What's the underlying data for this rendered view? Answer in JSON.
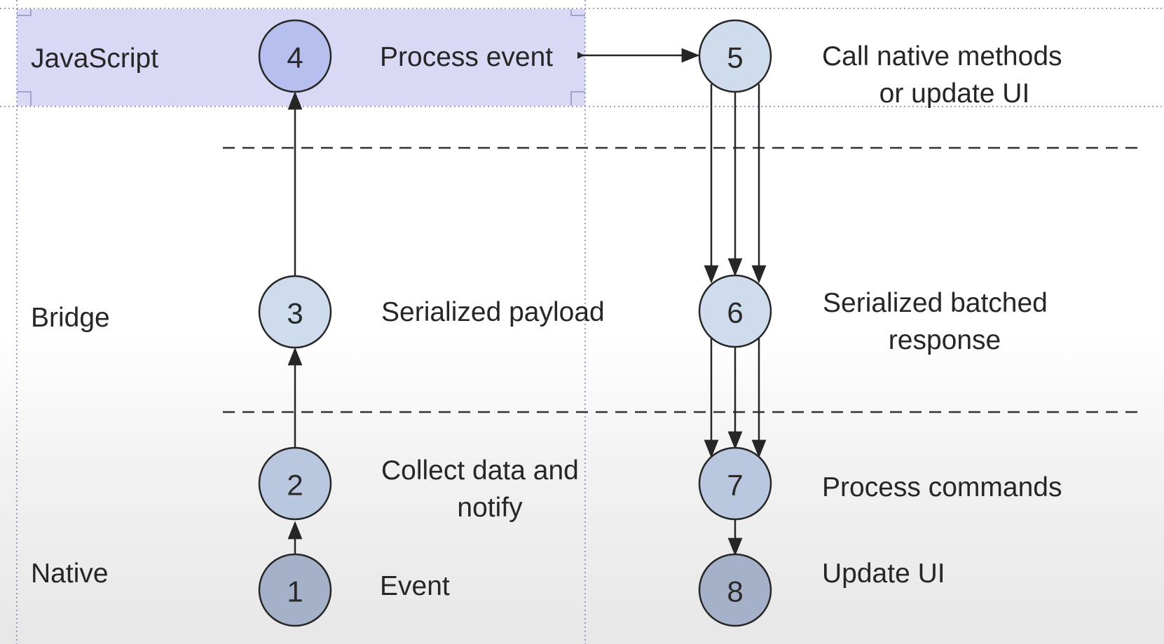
{
  "layers": {
    "javascript": "JavaScript",
    "bridge": "Bridge",
    "native": "Native"
  },
  "steps": {
    "s1": {
      "number": "1",
      "label": "Event"
    },
    "s2": {
      "number": "2",
      "label_line1": "Collect data and",
      "label_line2": "notify"
    },
    "s3": {
      "number": "3",
      "label": "Serialized payload"
    },
    "s4": {
      "number": "4",
      "label": "Process event"
    },
    "s5": {
      "number": "5",
      "label_line1": "Call native methods",
      "label_line2": "or update UI"
    },
    "s6": {
      "number": "6",
      "label_line1": "Serialized batched",
      "label_line2": "response"
    },
    "s7": {
      "number": "7",
      "label": "Process commands"
    },
    "s8": {
      "number": "8",
      "label": "Update UI"
    }
  },
  "colors": {
    "javascript_band": "#d9d9f5",
    "node_light": "#cfdcee",
    "node_mid": "#b9c7df",
    "node_dark": "#a4b1c8",
    "node_active": "#b6bfee"
  }
}
